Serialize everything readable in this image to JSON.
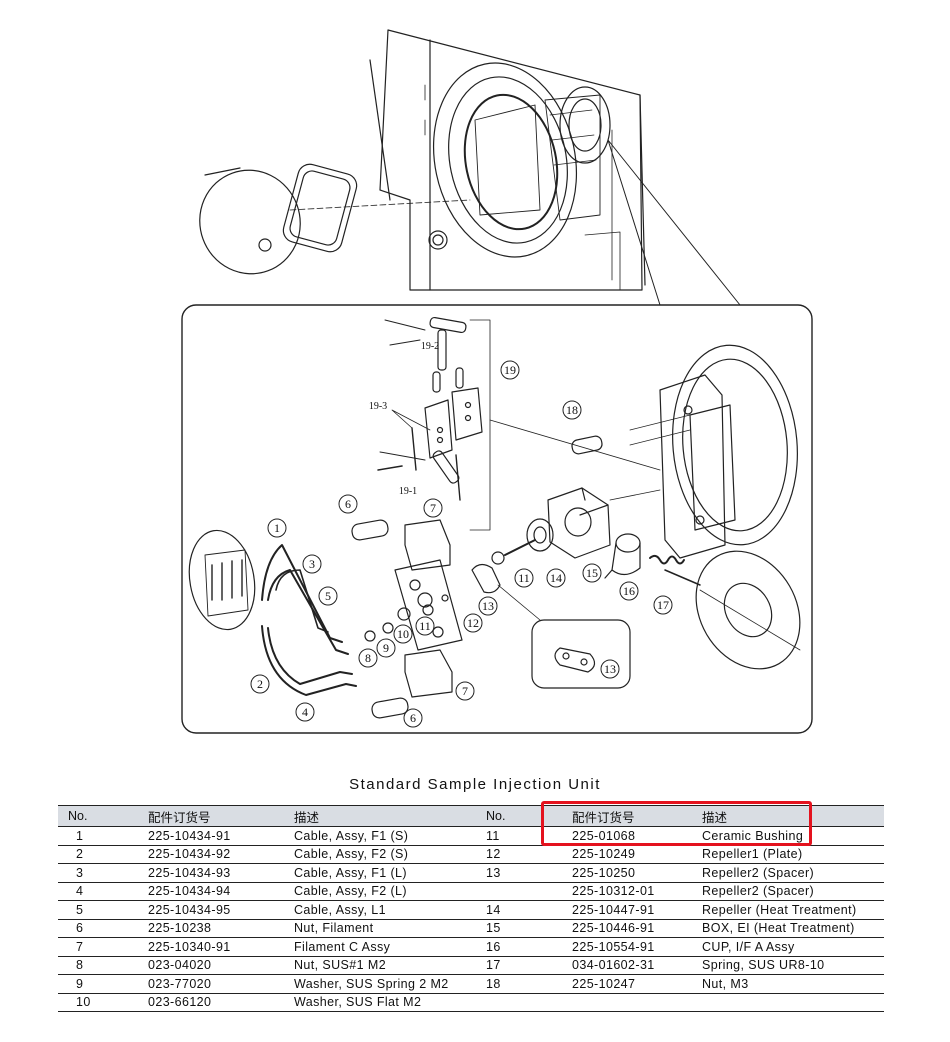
{
  "title": "Standard Sample Injection Unit",
  "callouts": [
    "1",
    "2",
    "3",
    "4",
    "5",
    "6",
    "6",
    "7",
    "7",
    "8",
    "9",
    "10",
    "11",
    "11",
    "12",
    "13",
    "13",
    "14",
    "15",
    "16",
    "17",
    "18",
    "19"
  ],
  "sub_labels": [
    "19-1",
    "19-2",
    "19-3"
  ],
  "headers": {
    "no": "No.",
    "part_no": "配件订货号",
    "desc": "描述",
    "no2": "No.",
    "part_no2": "配件订货号",
    "desc2": "描述"
  },
  "rows": [
    {
      "no": "1",
      "part": "225-10434-91",
      "desc": "Cable, Assy, F1 (S)",
      "no2": "11",
      "part2": "225-01068",
      "desc2": "Ceramic Bushing"
    },
    {
      "no": "2",
      "part": "225-10434-92",
      "desc": "Cable, Assy, F2 (S)",
      "no2": "12",
      "part2": "225-10249",
      "desc2": "Repeller1 (Plate)"
    },
    {
      "no": "3",
      "part": "225-10434-93",
      "desc": "Cable, Assy, F1 (L)",
      "no2": "13",
      "part2": "225-10250",
      "desc2": "Repeller2 (Spacer)"
    },
    {
      "no": "4",
      "part": "225-10434-94",
      "desc": "Cable, Assy, F2 (L)",
      "no2": "",
      "part2": "225-10312-01",
      "desc2": "Repeller2 (Spacer)"
    },
    {
      "no": "5",
      "part": "225-10434-95",
      "desc": "Cable, Assy, L1",
      "no2": "14",
      "part2": "225-10447-91",
      "desc2": "Repeller (Heat Treatment)"
    },
    {
      "no": "6",
      "part": "225-10238",
      "desc": "Nut, Filament",
      "no2": "15",
      "part2": "225-10446-91",
      "desc2": "BOX, EI (Heat Treatment)"
    },
    {
      "no": "7",
      "part": "225-10340-91",
      "desc": "Filament C Assy",
      "no2": "16",
      "part2": "225-10554-91",
      "desc2": "CUP, I/F A Assy"
    },
    {
      "no": "8",
      "part": "023-04020",
      "desc": "Nut, SUS#1 M2",
      "no2": "17",
      "part2": "034-01602-31",
      "desc2": "Spring, SUS UR8-10"
    },
    {
      "no": "9",
      "part": "023-77020",
      "desc": "Washer, SUS Spring 2 M2",
      "no2": "18",
      "part2": "225-10247",
      "desc2": "Nut, M3"
    },
    {
      "no": "10",
      "part": "023-66120",
      "desc": "Washer, SUS Flat M2",
      "no2": "",
      "part2": "",
      "desc2": ""
    }
  ],
  "colors": {
    "highlight": "#e4121e",
    "header_bg": "#d9dde3"
  }
}
